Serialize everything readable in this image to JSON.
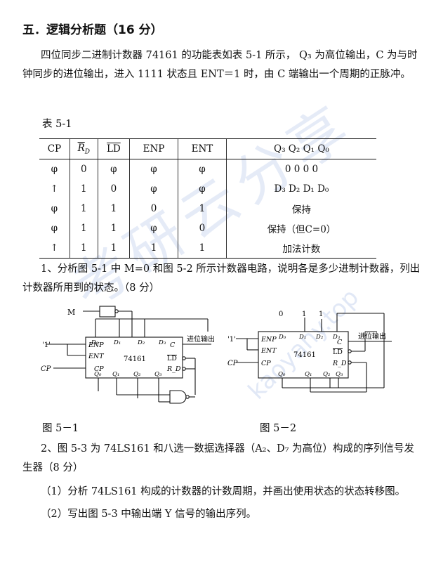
{
  "section_heading": "五．逻辑分析题（16 分）",
  "intro_paragraph": "四位同步二进制计数器 74161 的功能表如表 5-1 所示， Q₃ 为高位输出，C 为与时钟同步的进位输出，进入 1111 状态且 ENT＝1 时，由 C 端输出一个周期的正脉冲。",
  "table_caption": "表 5-1",
  "table": {
    "headers": [
      "CP",
      "R_D",
      "LD",
      "ENP",
      "ENT",
      "Q₃ Q₂ Q₁ Q₀"
    ],
    "rows": [
      [
        "φ",
        "0",
        "φ",
        "φ",
        "φ",
        "0  0  0  0"
      ],
      [
        "↑",
        "1",
        "0",
        "φ",
        "φ",
        "D₃ D₂ D₁ D₀"
      ],
      [
        "φ",
        "1",
        "1",
        "0",
        "1",
        "保持"
      ],
      [
        "φ",
        "1",
        "1",
        "φ",
        "0",
        "保持（但C=0）"
      ],
      [
        "↑",
        "1",
        "1",
        "1",
        "1",
        "加法计数"
      ]
    ]
  },
  "question_1": "1、分析图 5-1 中 M=0 和图 5-2 所示计数器电路，说明各是多少进制计数器，列出计数器所用到的状态。（8 分）",
  "figure_1": {
    "caption": "图 5－1",
    "chip": "74161",
    "m_label": "M",
    "input_one": "'1'",
    "cp": "CP",
    "carry_label": "进位输出",
    "pins_left": [
      "ENP",
      "ENT",
      "CP"
    ],
    "pins_top": [
      "D₀",
      "D₁",
      "D₂",
      "D₃"
    ],
    "pins_right": [
      "C",
      "LD",
      "R_D"
    ],
    "pins_bottom": [
      "Q₀",
      "Q₁",
      "Q₂",
      "Q₃"
    ]
  },
  "figure_2": {
    "caption": "图 5－2",
    "chip": "74161",
    "input_one": "'1'",
    "cp": "CP",
    "carry_label": "进位输出",
    "top_inputs": [
      "0",
      "1",
      "1"
    ],
    "pins_left": [
      "ENP",
      "ENT",
      "CP"
    ],
    "pins_top": [
      "D₀",
      "D₁",
      "D₂",
      "D₃"
    ],
    "pins_right": [
      "C",
      "LD",
      "R_D"
    ],
    "pins_bottom": [
      "Q₀",
      "Q₁",
      "Q₂",
      "Q₃"
    ]
  },
  "question_2": "2、图 5-3 为 74LS161 和八选一数据选择器（A₂、D₇ 为高位）构成的序列信号发生器（8 分）",
  "sub_1": "（1）分析 74LS161 构成的计数器的计数周期，并画出使用状态的状态转移图。",
  "sub_2": "（2）写出图 5-3 中输出端 Y 信号的输出序列。",
  "watermark_text": "考研云分享",
  "watermark_url": "kaoyany.top"
}
